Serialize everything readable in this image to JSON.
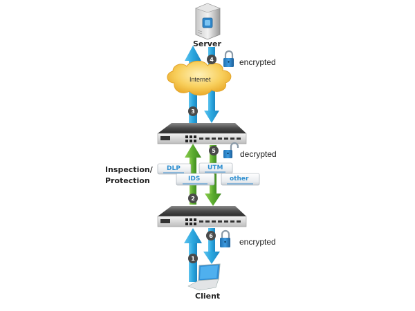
{
  "diagram": {
    "nodes": {
      "server": {
        "label": "Server"
      },
      "internet": {
        "label": "Internet"
      },
      "client": {
        "label": "Client"
      },
      "upper_appliance": {
        "label": ""
      },
      "lower_appliance": {
        "label": ""
      }
    },
    "inspection": {
      "label_line1": "Inspection/",
      "label_line2": "Protection",
      "modules": [
        "DLP",
        "UTM",
        "IDS",
        "other"
      ]
    },
    "steps": [
      "1",
      "2",
      "3",
      "4",
      "5",
      "6"
    ],
    "status_labels": {
      "top": "encrypted",
      "middle": "decrypted",
      "bottom": "encrypted"
    },
    "icons": {
      "server": "server-icon",
      "cloud": "cloud-icon",
      "laptop": "laptop-icon",
      "lock_closed": "lock-closed-icon",
      "lock_open": "lock-open-icon",
      "appliance": "network-appliance-icon"
    },
    "colors": {
      "blue_arrow": "#29a3dc",
      "green_arrow": "#5aab2f",
      "cloud_fill": "#f6c24a",
      "step_badge": "#4a4a4a",
      "module_text": "#2f8fd0"
    }
  }
}
